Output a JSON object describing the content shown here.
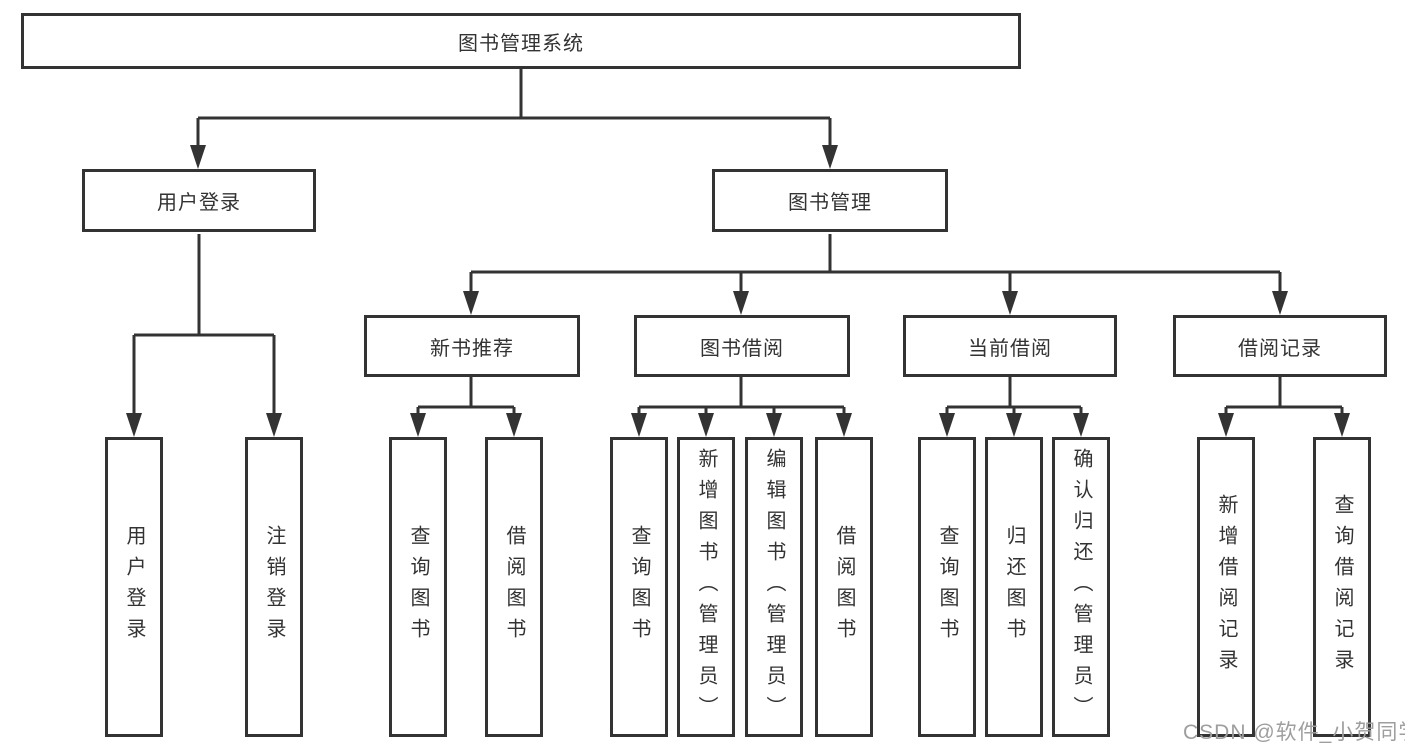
{
  "diagram": {
    "root": {
      "label": "图书管理系统"
    },
    "branches": [
      {
        "label": "用户登录",
        "children": [
          {
            "label": "用户登录"
          },
          {
            "label": "注销登录"
          }
        ]
      },
      {
        "label": "图书管理",
        "children": [
          {
            "label": "新书推荐",
            "children": [
              {
                "label": "查询图书"
              },
              {
                "label": "借阅图书"
              }
            ]
          },
          {
            "label": "图书借阅",
            "children": [
              {
                "label": "查询图书"
              },
              {
                "label": "新增图书（管理员）"
              },
              {
                "label": "编辑图书（管理员）"
              },
              {
                "label": "借阅图书"
              }
            ]
          },
          {
            "label": "当前借阅",
            "children": [
              {
                "label": "查询图书"
              },
              {
                "label": "归还图书"
              },
              {
                "label": "确认归还（管理员）"
              }
            ]
          },
          {
            "label": "借阅记录",
            "children": [
              {
                "label": "新增借阅记录"
              },
              {
                "label": "查询借阅记录"
              }
            ]
          }
        ]
      }
    ]
  },
  "colors": {
    "line": "#333333",
    "box_border": "#333333",
    "text": "#333333",
    "watermark": "#9e9e9e",
    "background": "#ffffff"
  },
  "watermark": {
    "text": "CSDN @软件_小贺同学"
  }
}
